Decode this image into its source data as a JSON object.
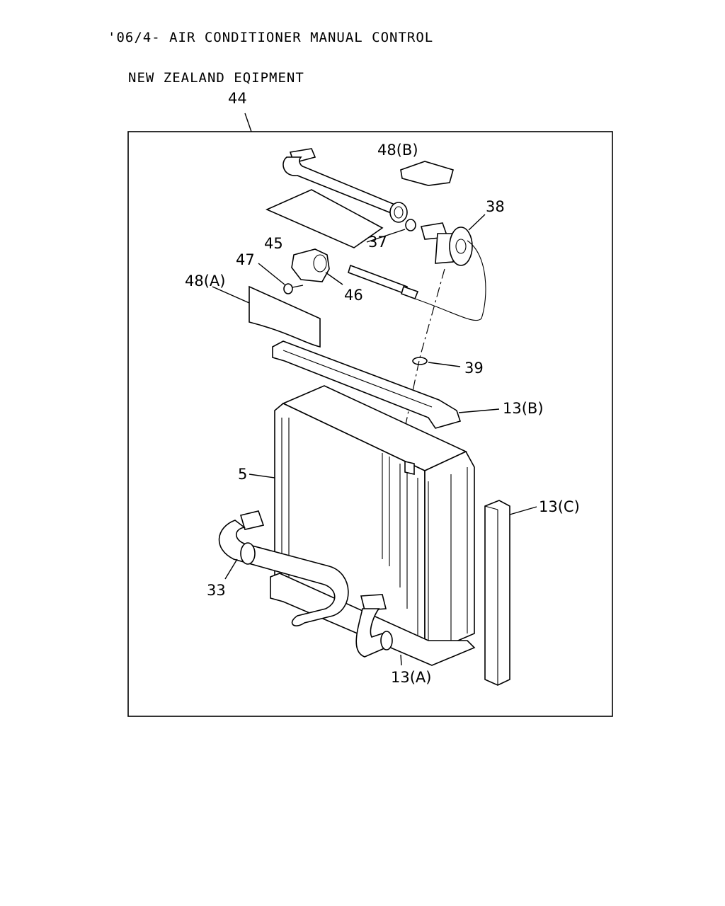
{
  "header": {
    "line1": "'06/4- AIR CONDITIONER MANUAL CONTROL",
    "line2": "NEW ZEALAND EQIPMENT"
  },
  "callouts": {
    "c44": "44",
    "c48b": "48(B)",
    "c38": "38",
    "c37": "37",
    "c45": "45",
    "c47": "47",
    "c48a": "48(A)",
    "c46": "46",
    "c39": "39",
    "c13b": "13(B)",
    "c5": "5",
    "c13c": "13(C)",
    "c33": "33",
    "c13a": "13(A)"
  }
}
